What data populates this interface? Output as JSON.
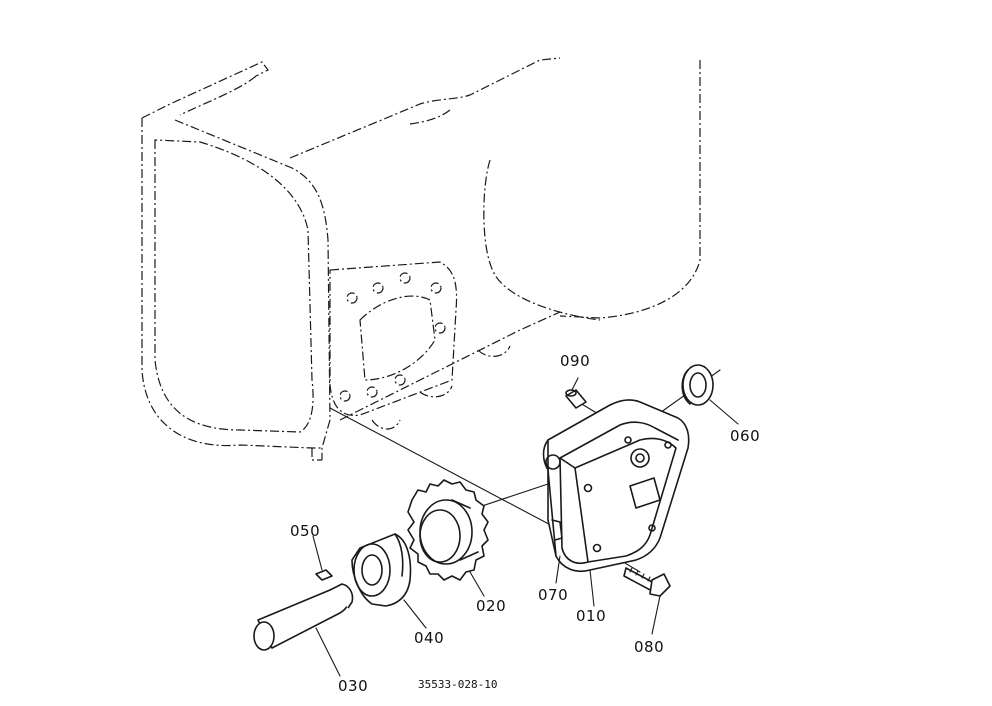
{
  "parts": [
    {
      "id": "090",
      "label": "090"
    },
    {
      "id": "060",
      "label": "060"
    },
    {
      "id": "050",
      "label": "050"
    },
    {
      "id": "020",
      "label": "020"
    },
    {
      "id": "070",
      "label": "070"
    },
    {
      "id": "010",
      "label": "010"
    },
    {
      "id": "040",
      "label": "040"
    },
    {
      "id": "080",
      "label": "080"
    },
    {
      "id": "030",
      "label": "030"
    }
  ],
  "drawing_code": "35533-028-10"
}
